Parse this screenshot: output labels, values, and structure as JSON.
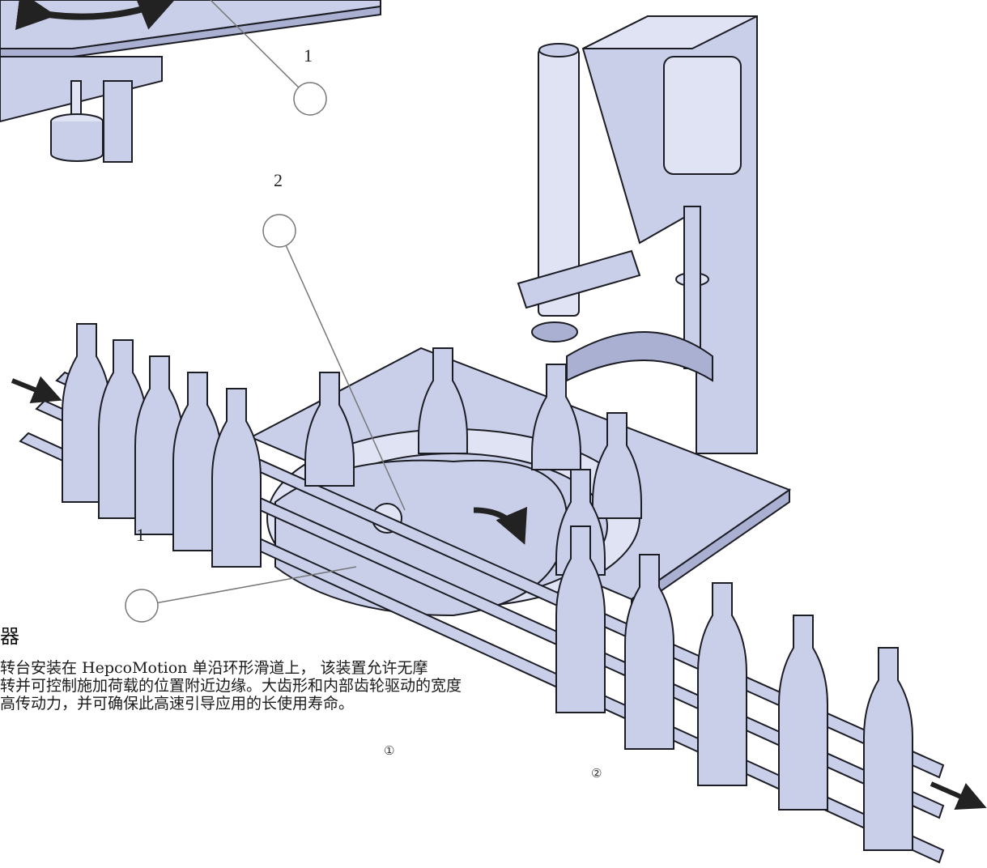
{
  "colors": {
    "fill": "#c9cfe8",
    "fill_light": "#dfe3f3",
    "fill_dark": "#a9b0d2",
    "outline": "#1c1c24",
    "arrow": "#222222"
  },
  "callouts": [
    {
      "label": "1"
    },
    {
      "label": "2"
    },
    {
      "label": "1"
    }
  ],
  "title_fragment": "器",
  "paragraph_lines": [
    "转台安装在 HepcoMotion 单沿环形滑道上，  该装置允许无摩",
    "转并可控制施加荷载的位置附近边缘。大齿形和内部齿轮驱动的宽度",
    "高传动力，并可确保此高速引导应用的长使用寿命。"
  ],
  "markers": [
    "①",
    "②"
  ],
  "icons": [
    "rotation-arrow-icon",
    "flow-in-arrow-icon",
    "flow-out-arrow-icon",
    "gear-direction-arrow-icon"
  ]
}
